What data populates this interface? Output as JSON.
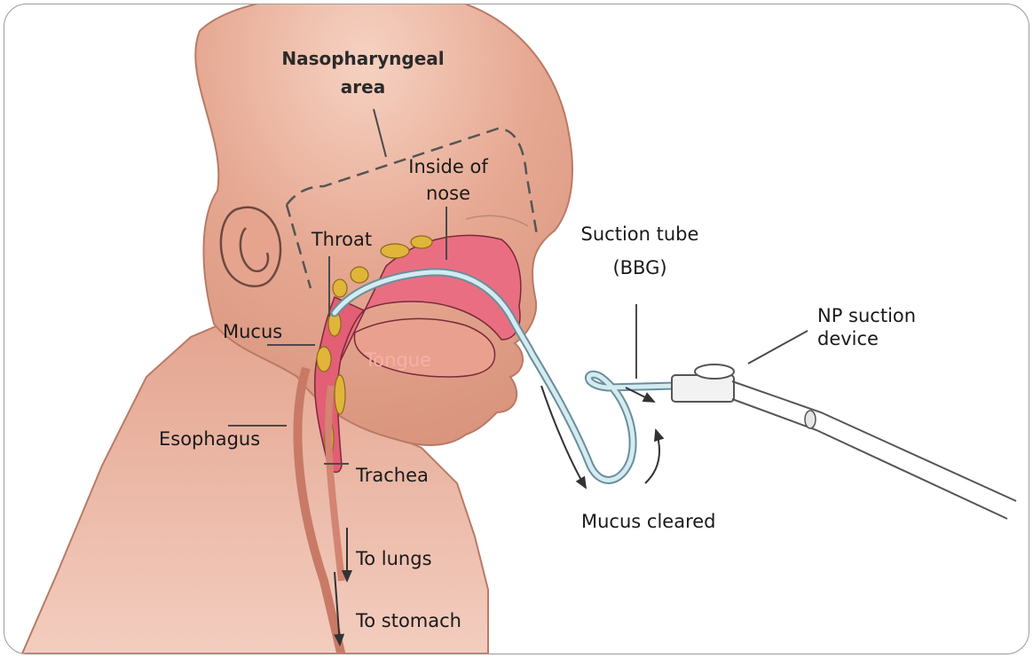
{
  "labels": {
    "nasopharyngeal_line1": "Nasopharyngeal",
    "nasopharyngeal_line2": "area",
    "inside_nose_line1": "Inside of",
    "inside_nose_line2": "nose",
    "throat": "Throat",
    "mucus": "Mucus",
    "tongue": "Tongue",
    "esophagus": "Esophagus",
    "trachea": "Trachea",
    "to_lungs": "To lungs",
    "to_stomach": "To stomach",
    "suction_tube_line1": "Suction tube",
    "suction_tube_line2": "(BBG)",
    "np_device_line1": "NP suction",
    "np_device_line2": "device",
    "mucus_cleared": "Mucus cleared"
  },
  "colors": {
    "skin": "#e8a994",
    "skin_dark": "#c98572",
    "airway_pink": "#e8687c",
    "mucus_yellow": "#e3b73a",
    "tube_blue": "#cfe6ee",
    "tube_outline": "#6a8e9a"
  }
}
